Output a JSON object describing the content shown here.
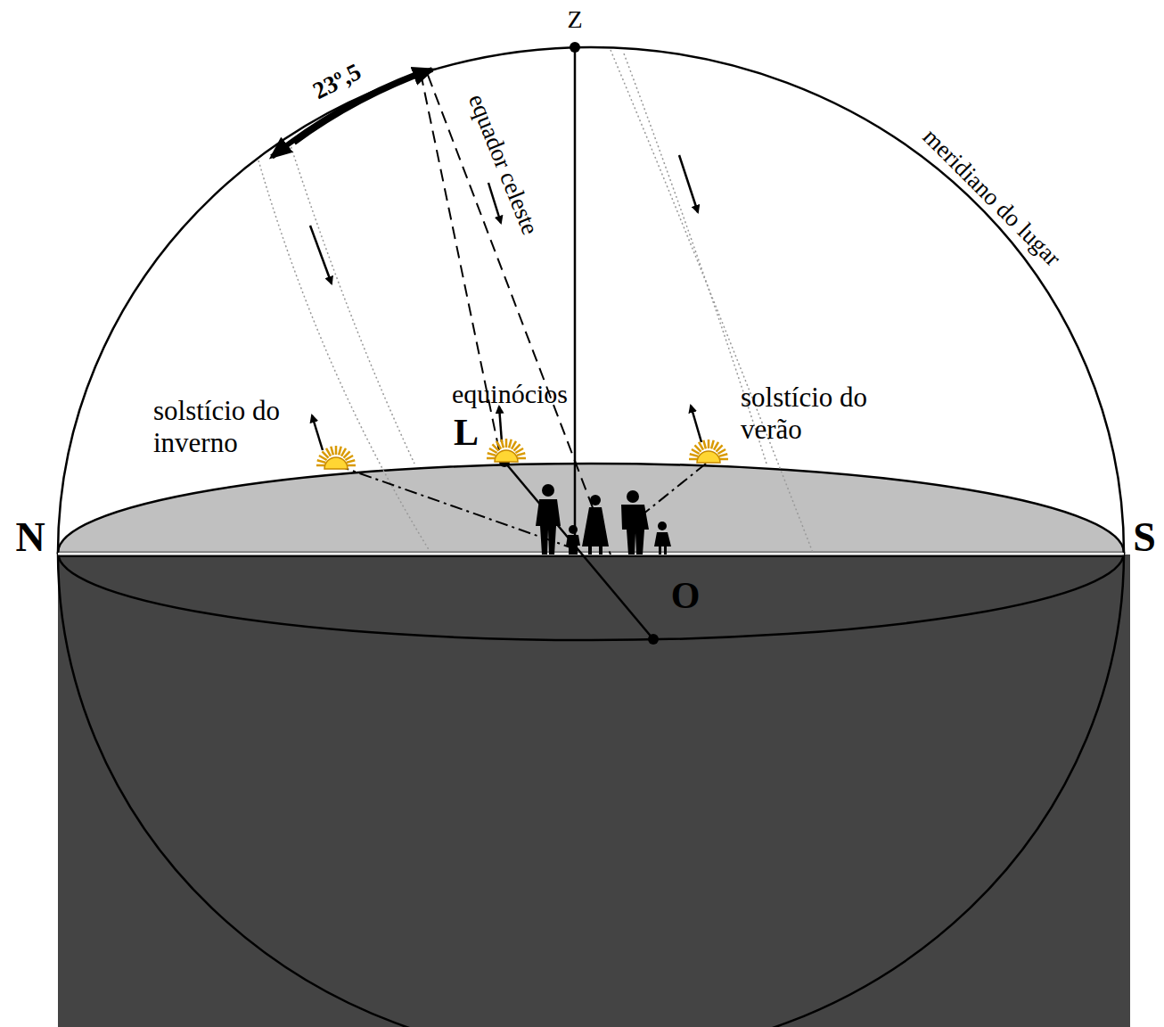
{
  "diagram": {
    "labels": [
      "Z",
      "23º,5",
      "equador celeste",
      "meridiano do lugar",
      "equinócios",
      "L",
      "solstício do inverno",
      "solstício do verão",
      "N",
      "S",
      "O"
    ]
  }
}
